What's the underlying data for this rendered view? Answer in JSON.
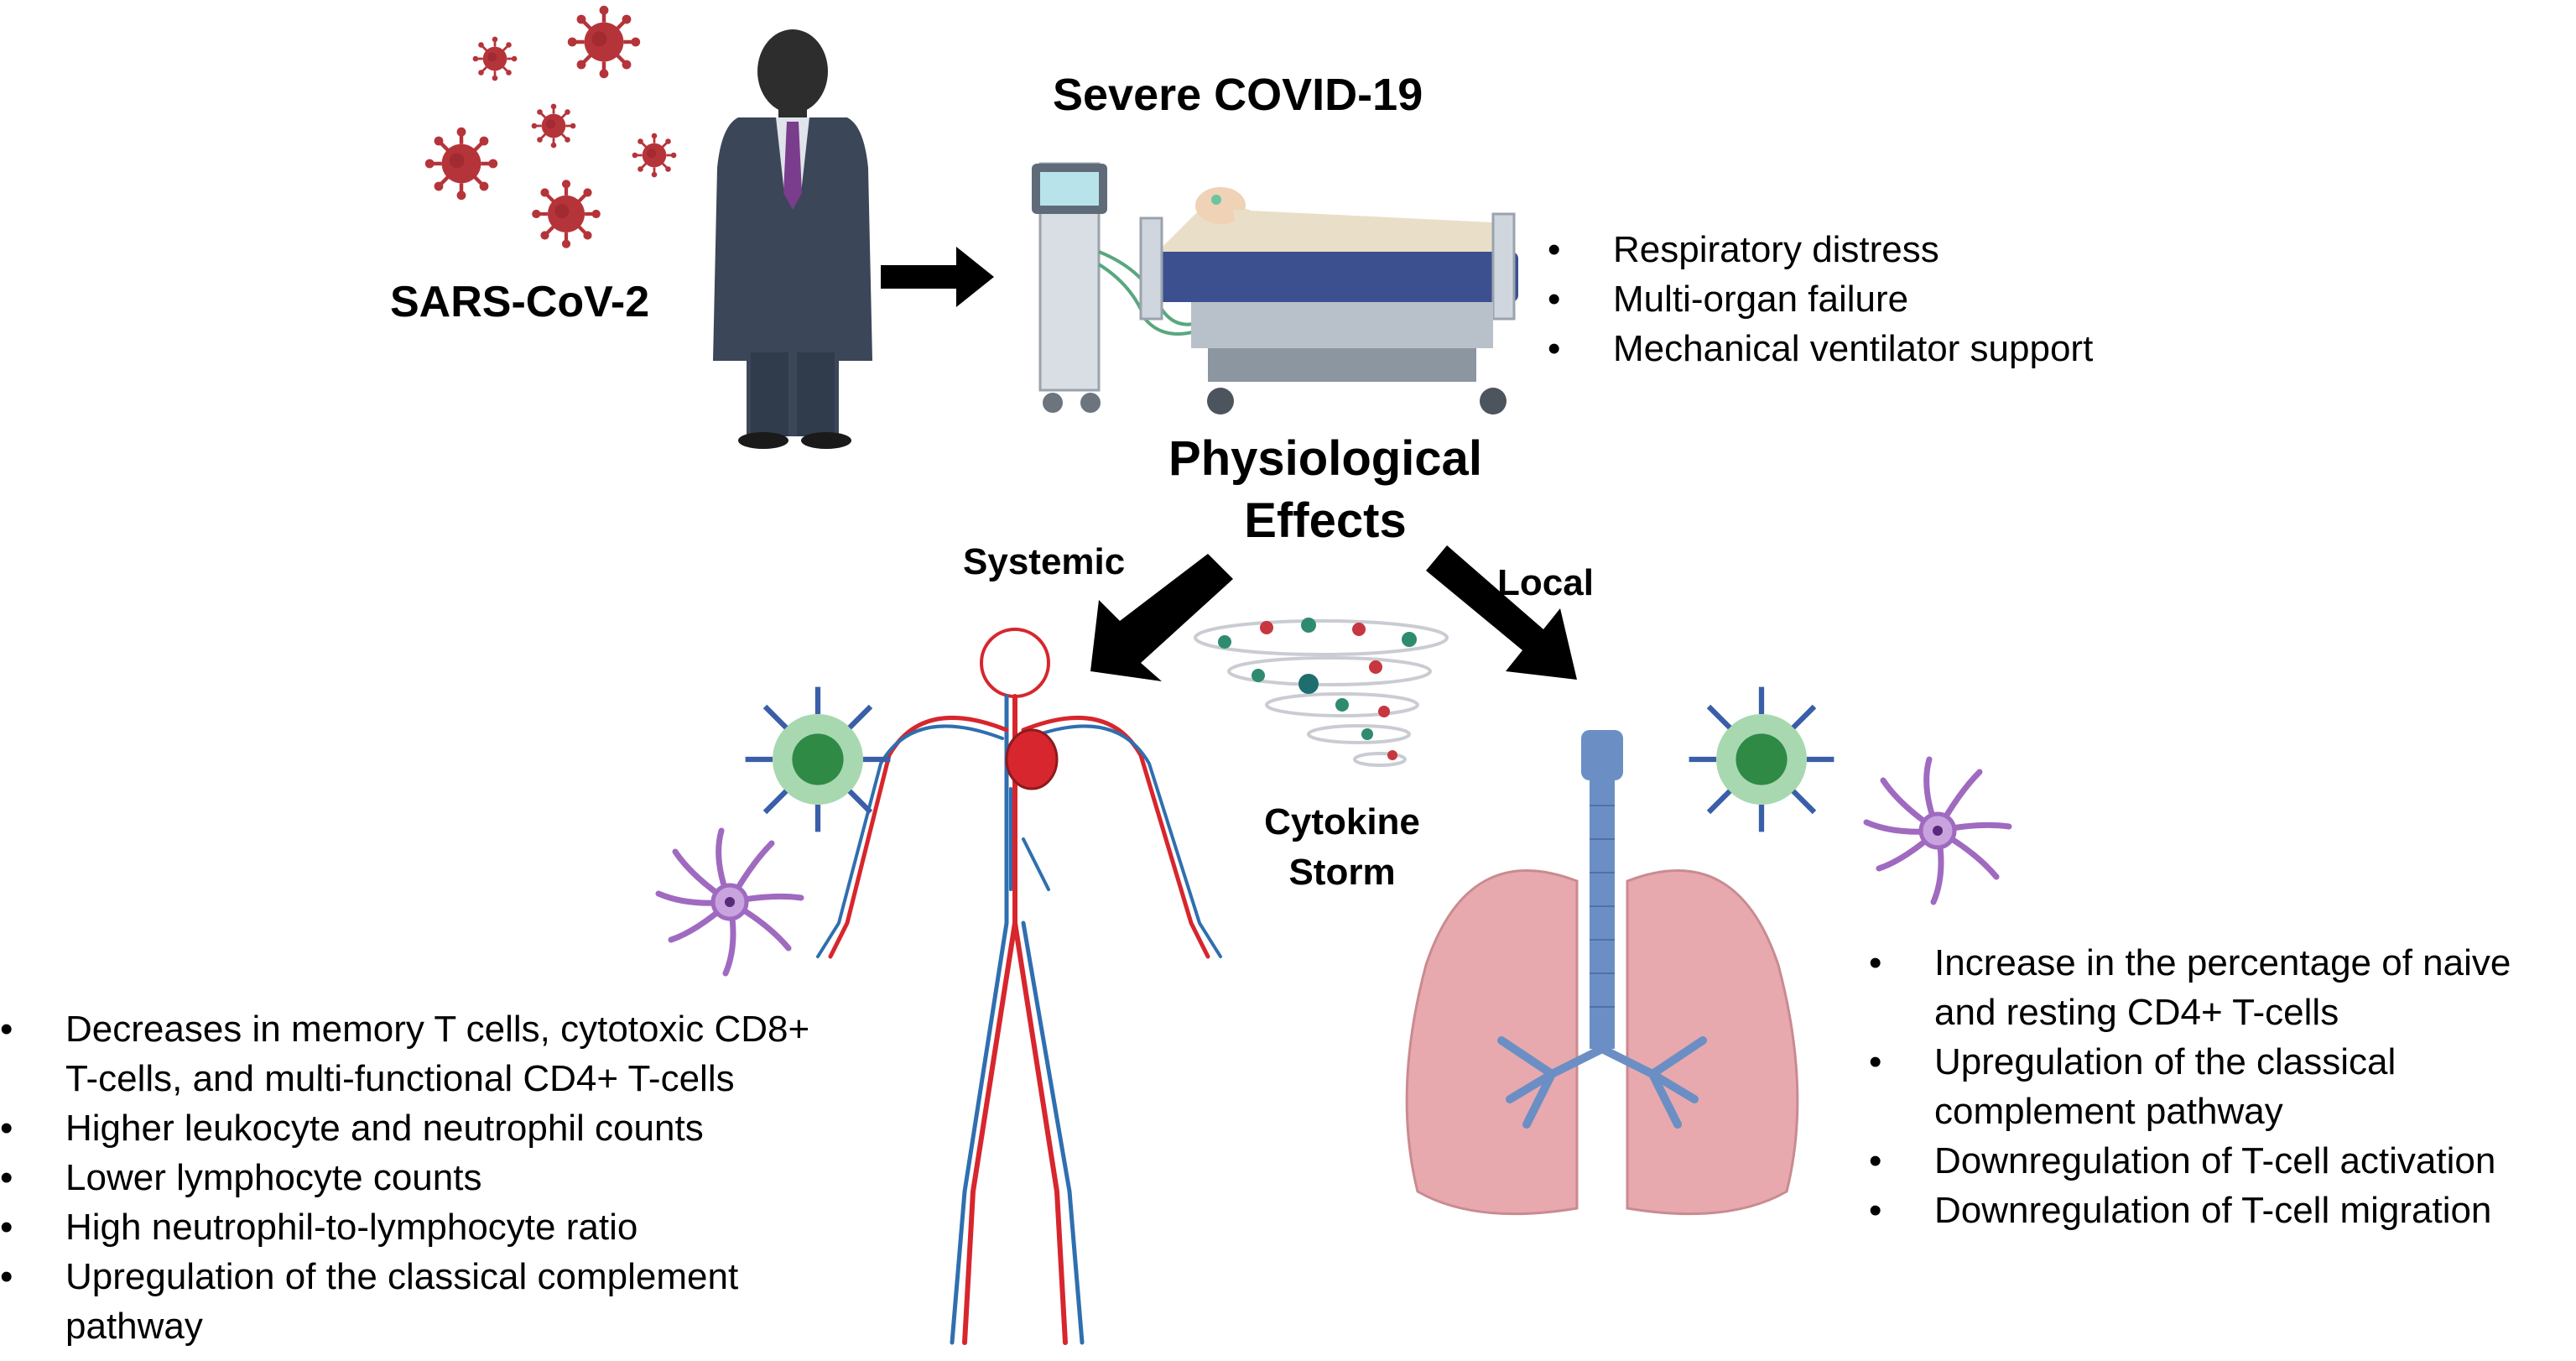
{
  "virus": {
    "label": "SARS-CoV-2"
  },
  "severe": {
    "title": "Severe COVID-19"
  },
  "severe_effects": [
    "Respiratory distress",
    "Multi-organ failure",
    "Mechanical ventilator support"
  ],
  "physiological": {
    "title_line1": "Physiological",
    "title_line2": "Effects"
  },
  "systemic": {
    "label": "Systemic"
  },
  "local": {
    "label": "Local"
  },
  "cytokine": {
    "line1": "Cytokine",
    "line2": "Storm"
  },
  "systemic_effects": [
    "Decreases in memory T cells, cytotoxic CD8+ T-cells, and multi-functional CD4+ T-cells",
    "Higher leukocyte and neutrophil counts",
    "Lower lymphocyte counts",
    "High neutrophil-to-lymphocyte ratio",
    "Upregulation of the classical complement pathway"
  ],
  "local_effects": [
    "Increase in the percentage of naive and resting CD4+ T-cells",
    "Upregulation of the classical complement pathway",
    "Downregulation of T-cell activation",
    "Downregulation of T-cell migration"
  ],
  "colors": {
    "virus": "#b5343a",
    "suit": "#3b4658",
    "tie": "#7a3c8c",
    "arrow": "#000000",
    "artery": "#d7262d",
    "vein": "#2f6fb0",
    "lung": "#e7a9ad",
    "trachea": "#6b8fc4",
    "tcell": "#3f9a55",
    "dendritic": "#9f6ac0",
    "bed_blanket": "#e9dfc9"
  }
}
